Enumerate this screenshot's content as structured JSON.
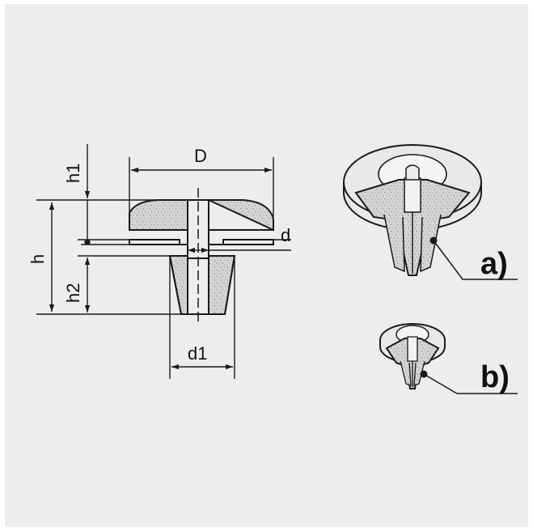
{
  "labels": {
    "D": "D",
    "d": "d",
    "d1": "d1",
    "h": "h",
    "h1": "h1",
    "h2": "h2"
  },
  "callouts": {
    "a": "a)",
    "b": "b)"
  },
  "colors": {
    "background": "#ededed",
    "line": "#1a1a1a",
    "fill": "#d2d2d2"
  }
}
